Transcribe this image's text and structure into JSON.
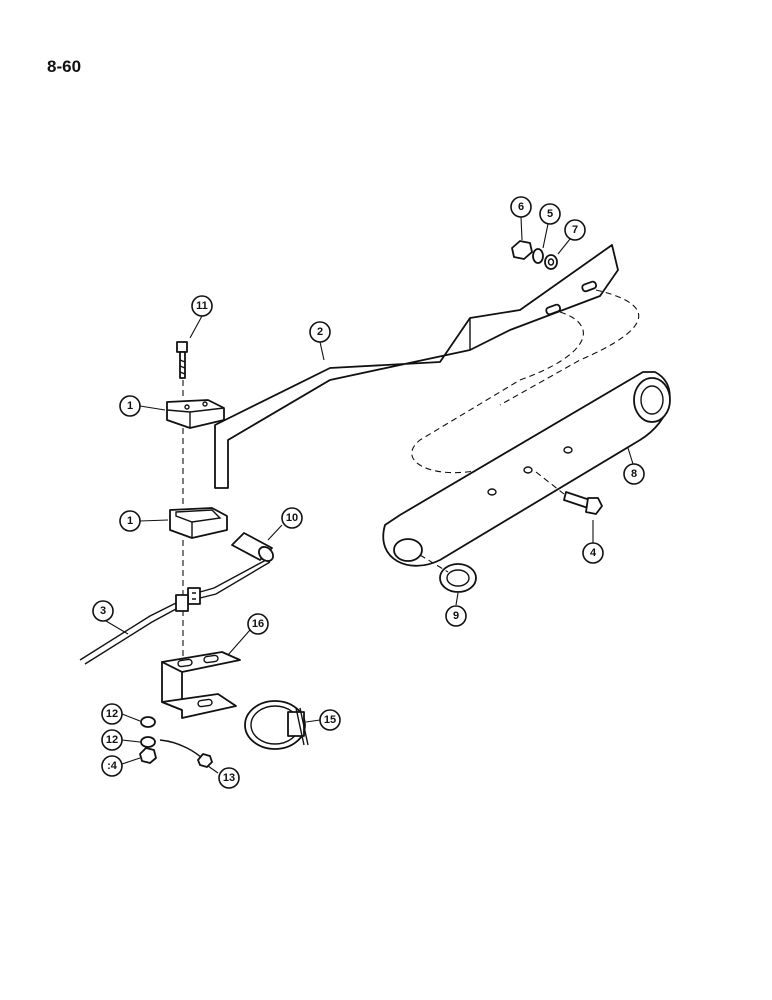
{
  "page": {
    "number": "8-60"
  },
  "callouts": [
    {
      "id": "c11",
      "label": "11"
    },
    {
      "id": "c1a",
      "label": "1"
    },
    {
      "id": "c1b",
      "label": "1"
    },
    {
      "id": "c2",
      "label": "2"
    },
    {
      "id": "c3",
      "label": "3"
    },
    {
      "id": "c4",
      "label": "4"
    },
    {
      "id": "c5",
      "label": "5"
    },
    {
      "id": "c6",
      "label": "6"
    },
    {
      "id": "c7",
      "label": "7"
    },
    {
      "id": "c8",
      "label": "8"
    },
    {
      "id": "c9",
      "label": "9"
    },
    {
      "id": "c10",
      "label": "10"
    },
    {
      "id": "c12a",
      "label": "12"
    },
    {
      "id": "c12b",
      "label": "12"
    },
    {
      "id": "c13",
      "label": "13"
    },
    {
      "id": "c14",
      "label": ":4"
    },
    {
      "id": "c15",
      "label": "15"
    },
    {
      "id": "c16",
      "label": "16"
    }
  ]
}
